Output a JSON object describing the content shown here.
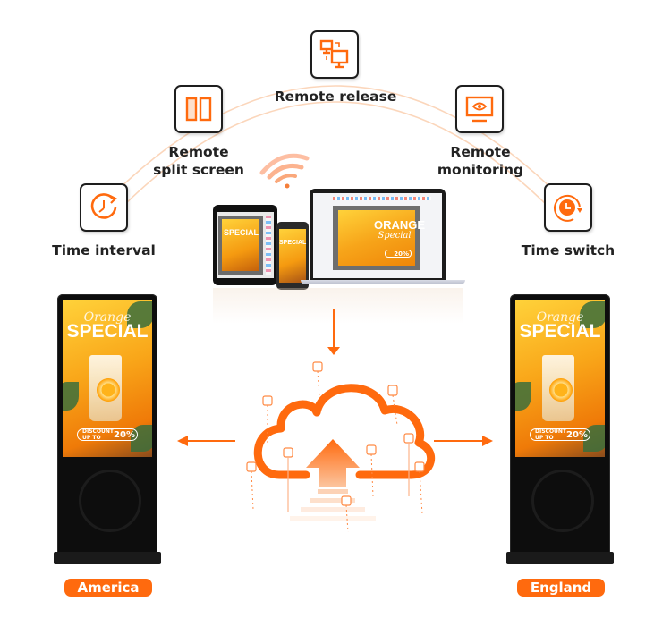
{
  "features": [
    {
      "label": "Remote release",
      "icon": "remote-release-icon"
    },
    {
      "label": "Remote\nsplit screen",
      "icon": "split-screen-icon"
    },
    {
      "label": "Remote\nmonitoring",
      "icon": "monitor-eye-icon"
    },
    {
      "label": "Time interval",
      "icon": "clock-interval-icon"
    },
    {
      "label": "Time switch",
      "icon": "clock-switch-icon"
    }
  ],
  "feature_labels": {
    "remote_release": "Remote release",
    "split_line1": "Remote",
    "split_line2": "split screen",
    "monitor_line1": "Remote",
    "monitor_line2": "monitoring",
    "time_interval": "Time interval",
    "time_switch": "Time switch"
  },
  "kiosk_screen": {
    "script_title": "Orange",
    "title": "SPECIAL",
    "discount_label": "DISCOUNT UP TO",
    "discount_value": "20%"
  },
  "laptop_screen": {
    "title": "ORANGE",
    "script_title": "Special",
    "discount_value": "20%"
  },
  "locations": {
    "left": "America",
    "right": "England"
  },
  "colors": {
    "accent": "#ff6a0e",
    "arc": "#fbd3b6",
    "box_border": "#1e1e1e"
  }
}
